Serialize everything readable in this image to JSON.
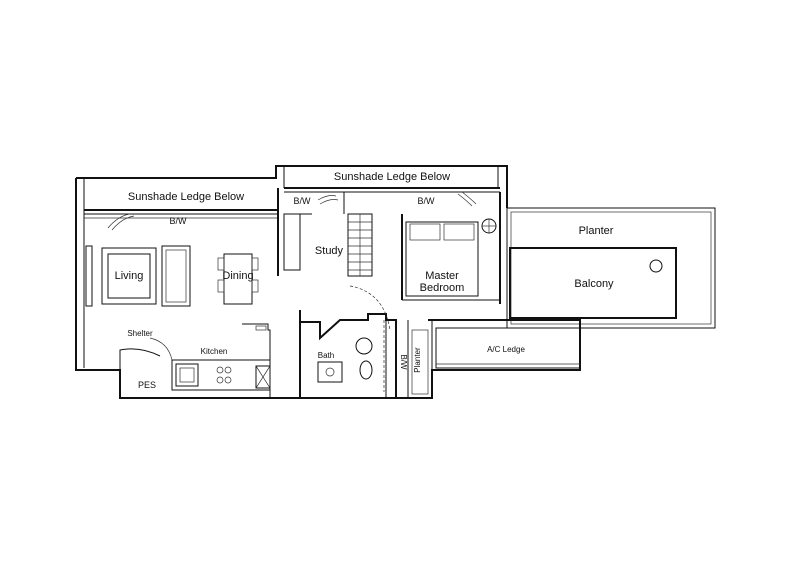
{
  "labels": {
    "sunshade_left": "Sunshade Ledge Below",
    "sunshade_right": "Sunshade Ledge Below",
    "bw_left": "B/W",
    "bw_mid": "B/W",
    "bw_right": "B/W",
    "study": "Study",
    "living": "Living",
    "dining": "Dining",
    "master_line1": "Master",
    "master_line2": "Bedroom",
    "planter": "Planter",
    "balcony": "Balcony",
    "pes": "PES",
    "kitchen": "Kitchen",
    "bath": "Bath",
    "shelter": "Shelter",
    "ac_ledge": "A/C Ledge",
    "bw_small": "B/W",
    "planter_small": "Planter"
  },
  "colors": {
    "line": "#111111",
    "background": "#ffffff"
  }
}
